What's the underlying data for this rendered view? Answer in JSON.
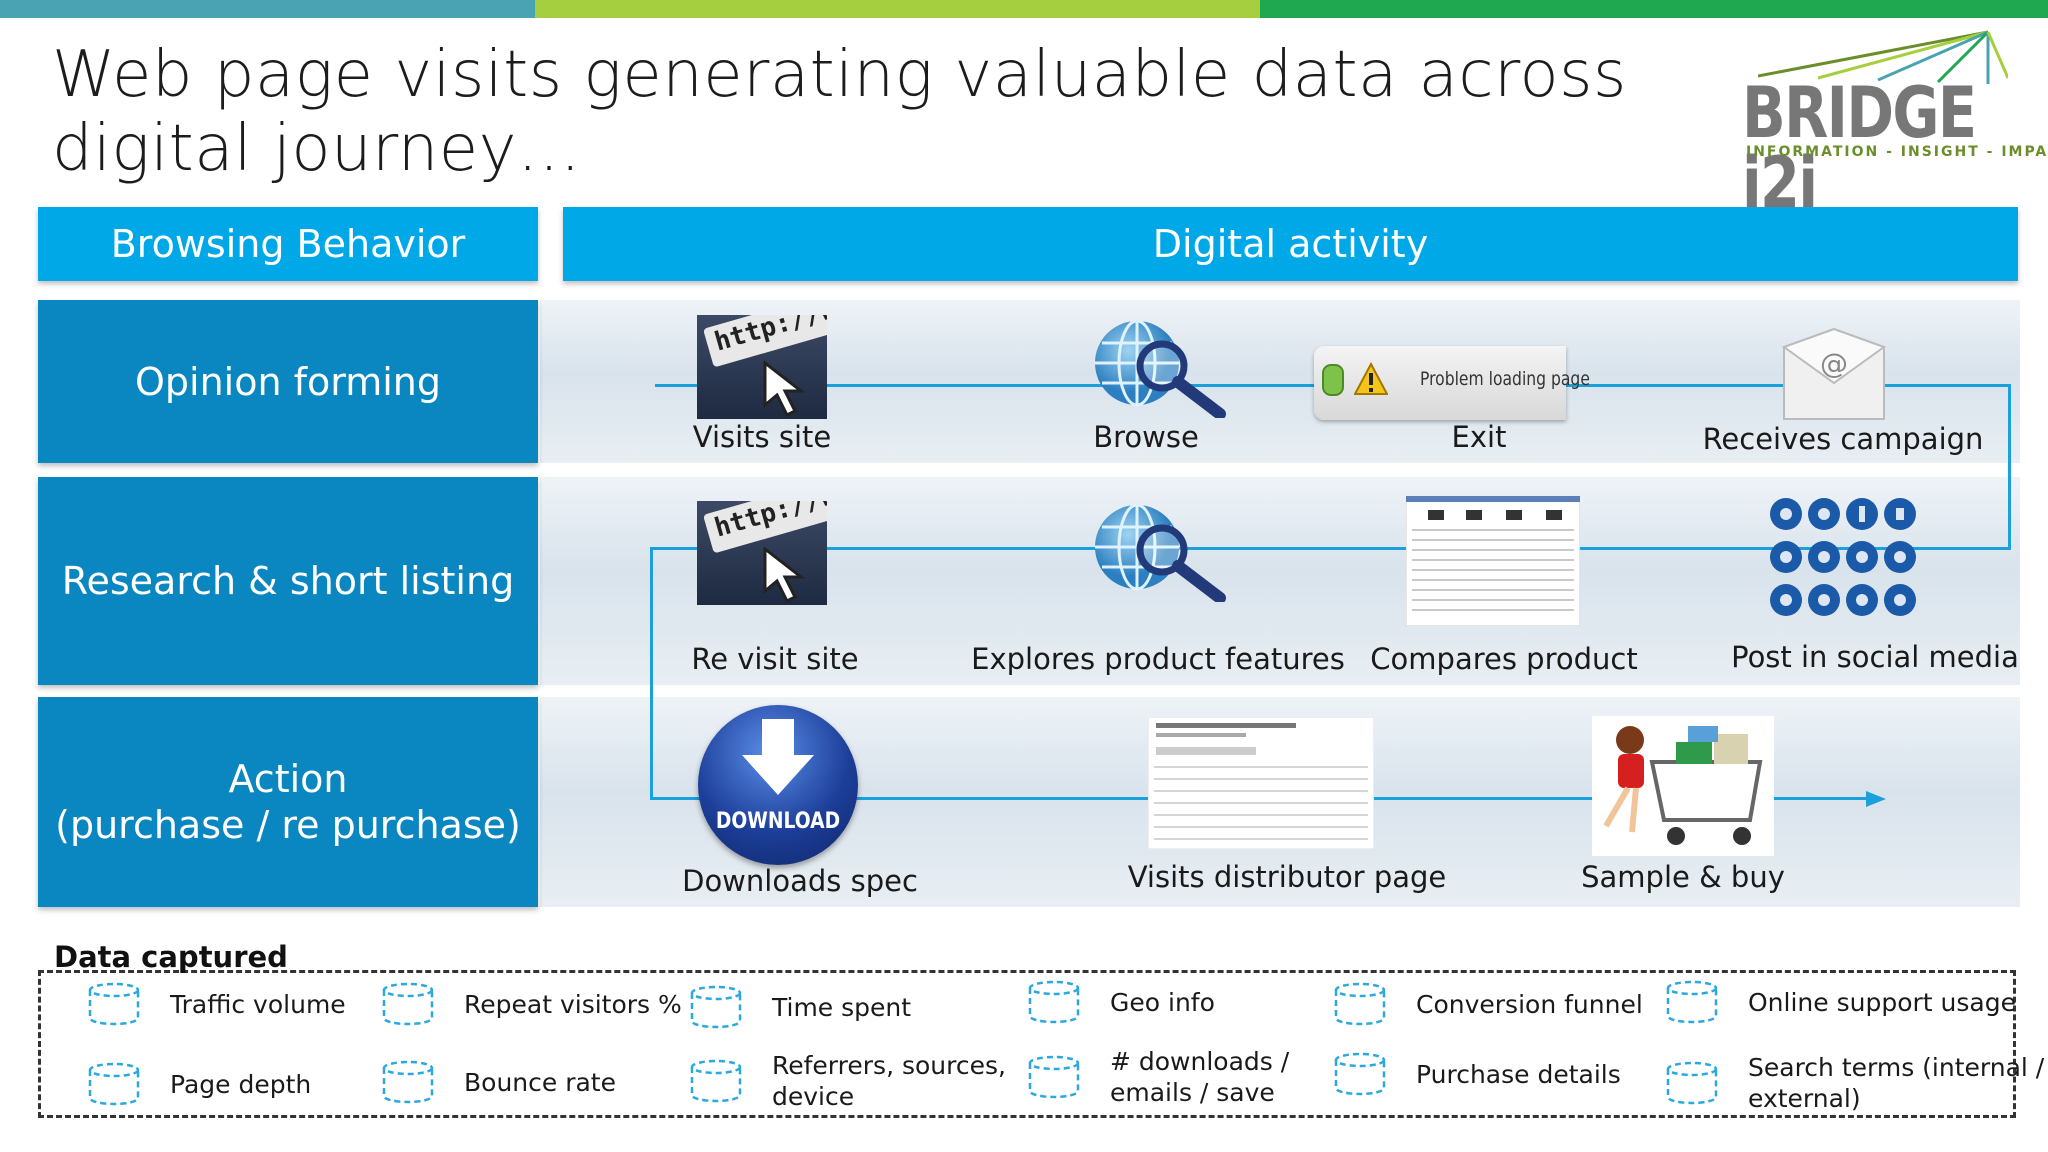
{
  "title": "Web page visits generating valuable data across digital journey…",
  "logo": {
    "word": "BRIDGE i2i",
    "tagline": "INFORMATION - INSIGHT - IMPACT"
  },
  "headers": {
    "left": "Browsing Behavior",
    "right": "Digital activity"
  },
  "rows": {
    "opinion": "Opinion forming",
    "research": "Research & short listing",
    "action_line1": "Action",
    "action_line2": "(purchase / re purchase)"
  },
  "steps": {
    "visits_site": "Visits site",
    "browse": "Browse",
    "exit": "Exit",
    "receives_campaign": "Receives campaign",
    "re_visit_site": "Re visit site",
    "explores_product": "Explores product features",
    "compares_product": "Compares product",
    "post_social": "Post in social media",
    "downloads_spec": "Downloads spec",
    "visits_distributor": "Visits distributor page",
    "sample_buy": "Sample & buy"
  },
  "icon_text": {
    "http": "http://www",
    "problem": "Problem loading page",
    "at": "@",
    "download": "DOWNLOAD"
  },
  "data_captured": {
    "title": "Data captured",
    "items": {
      "traffic_volume": "Traffic volume",
      "page_depth": "Page depth",
      "repeat_visitors": "Repeat visitors %",
      "bounce_rate": "Bounce rate",
      "time_spent": "Time spent",
      "referrers_1": "Referrers, sources,",
      "referrers_2": "device",
      "geo_info": "Geo info",
      "downloads_1": "# downloads /",
      "downloads_2": "emails / save",
      "conversion_funnel": "Conversion funnel",
      "purchase_details": "Purchase details",
      "online_support": "Online support usage",
      "search_terms_1": "Search terms (internal /",
      "search_terms_2": "external)"
    }
  },
  "colors": {
    "header": "#00a8e8",
    "row": "#0a86c1",
    "line": "#1aa0dc",
    "bar1": "#4aa3b3",
    "bar2": "#a6cf3f",
    "bar3": "#1fa84f"
  }
}
